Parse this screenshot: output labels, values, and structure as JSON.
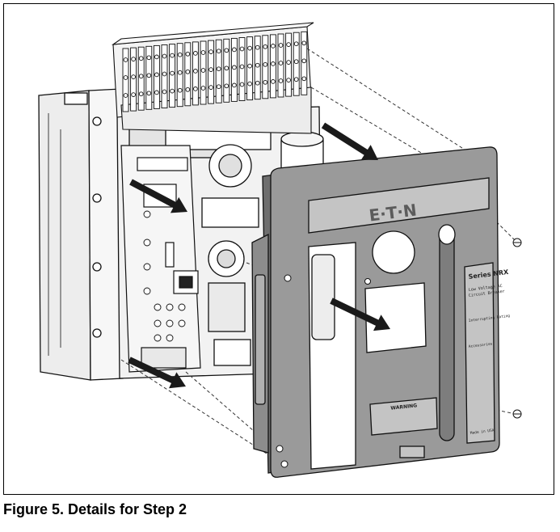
{
  "figure": {
    "caption": "Figure 5. Details for Step 2"
  },
  "cover": {
    "logo": "E·T·N",
    "series_label": "Series NRX",
    "voltage_text": [
      "Low Voltage AC",
      "Circuit Breaker"
    ],
    "interrupting_label": "Interrupting Rating",
    "accessories_label": "Accessories",
    "warning_title": "WARNING",
    "made_in": "Made in USA"
  },
  "colors": {
    "cover_fill": "#9a9a9a",
    "cover_light": "#c4c4c4",
    "cover_dark": "#6e6e6e",
    "breaker_fill": "#ededed",
    "line": "#111111"
  },
  "icons": {
    "arrows": "removal-direction-arrow",
    "screws": "screw-icon"
  }
}
